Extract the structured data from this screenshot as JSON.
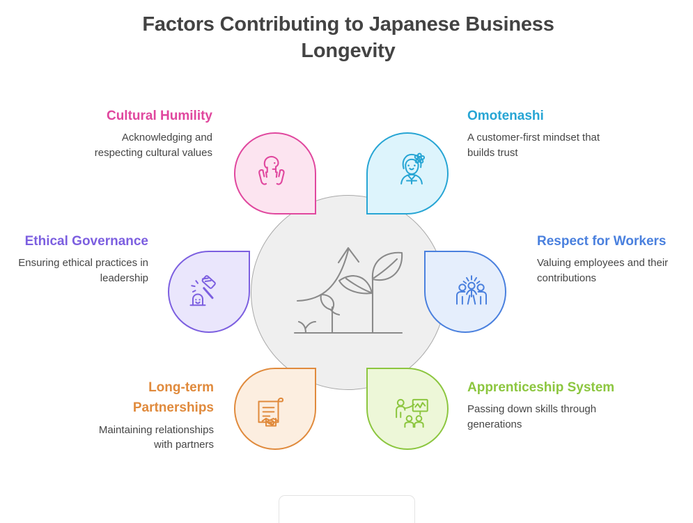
{
  "title": "Factors Contributing to Japanese Business Longevity",
  "center": {
    "icon": "plant-growth-icon",
    "stroke_color": "#8a8a8a",
    "fill_color": "#efefef"
  },
  "nodes": [
    {
      "id": "cultural-humility",
      "heading": "Cultural Humility",
      "description": "Acknowledging and respecting cultural values",
      "icon": "hands-holding-head-icon",
      "accent": "#e0479e",
      "fill": "#fce4f0",
      "position": "top-left",
      "tip": "bottom-right"
    },
    {
      "id": "omotenashi",
      "heading": "Omotenashi",
      "description": "A customer-first mindset that builds trust",
      "icon": "kimono-person-flower-icon",
      "accent": "#27a5d4",
      "fill": "#ddf4fc",
      "position": "top-right",
      "tip": "bottom-left"
    },
    {
      "id": "ethical-governance",
      "heading": "Ethical Governance",
      "description": "Ensuring ethical practices in leadership",
      "icon": "gavel-figure-icon",
      "accent": "#7c5fe0",
      "fill": "#eae6fc",
      "position": "middle-left",
      "tip": "right"
    },
    {
      "id": "respect-workers",
      "heading": "Respect for Workers",
      "description": "Valuing employees and their contributions",
      "icon": "three-people-celebrating-icon",
      "accent": "#4a80de",
      "fill": "#e5eefc",
      "position": "middle-right",
      "tip": "left"
    },
    {
      "id": "long-term-partnerships",
      "heading": "Long-term Partnerships",
      "description": "Maintaining relationships with partners",
      "icon": "contract-handshake-icon",
      "accent": "#e08a3c",
      "fill": "#fceee0",
      "position": "bottom-left",
      "tip": "top-right"
    },
    {
      "id": "apprenticeship-system",
      "heading": "Apprenticeship System",
      "description": "Passing down skills through generations",
      "icon": "teacher-students-board-icon",
      "accent": "#8cc63f",
      "fill": "#edf7d8",
      "position": "bottom-right",
      "tip": "top-left"
    }
  ]
}
